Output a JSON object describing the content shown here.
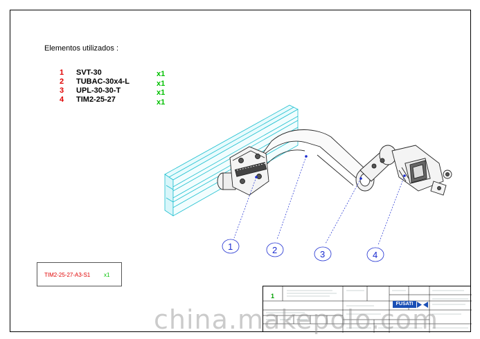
{
  "heading": "Elementos utilizados :",
  "parts": [
    {
      "num": "1",
      "ref": "SVT-30",
      "qty": "x1"
    },
    {
      "num": "2",
      "ref": "TUBAC-30x4-L",
      "qty": "x1"
    },
    {
      "num": "3",
      "ref": "UPL-30-30-T",
      "qty": "x1"
    },
    {
      "num": "4",
      "ref": "TIM2-25-27",
      "qty": "x1"
    }
  ],
  "callouts": [
    "1",
    "2",
    "3",
    "4"
  ],
  "assembly": {
    "code": "TIM2-25-27-A3-S1",
    "qty": "x1"
  },
  "title_block": {
    "sheet_number": "1",
    "logo": "FUSATI",
    "watermark": "china.makepolo.com"
  },
  "colors": {
    "number": "#e00000",
    "quantity": "#00c000",
    "callout": "#1a2bd0",
    "profile": "#20c0d0"
  }
}
